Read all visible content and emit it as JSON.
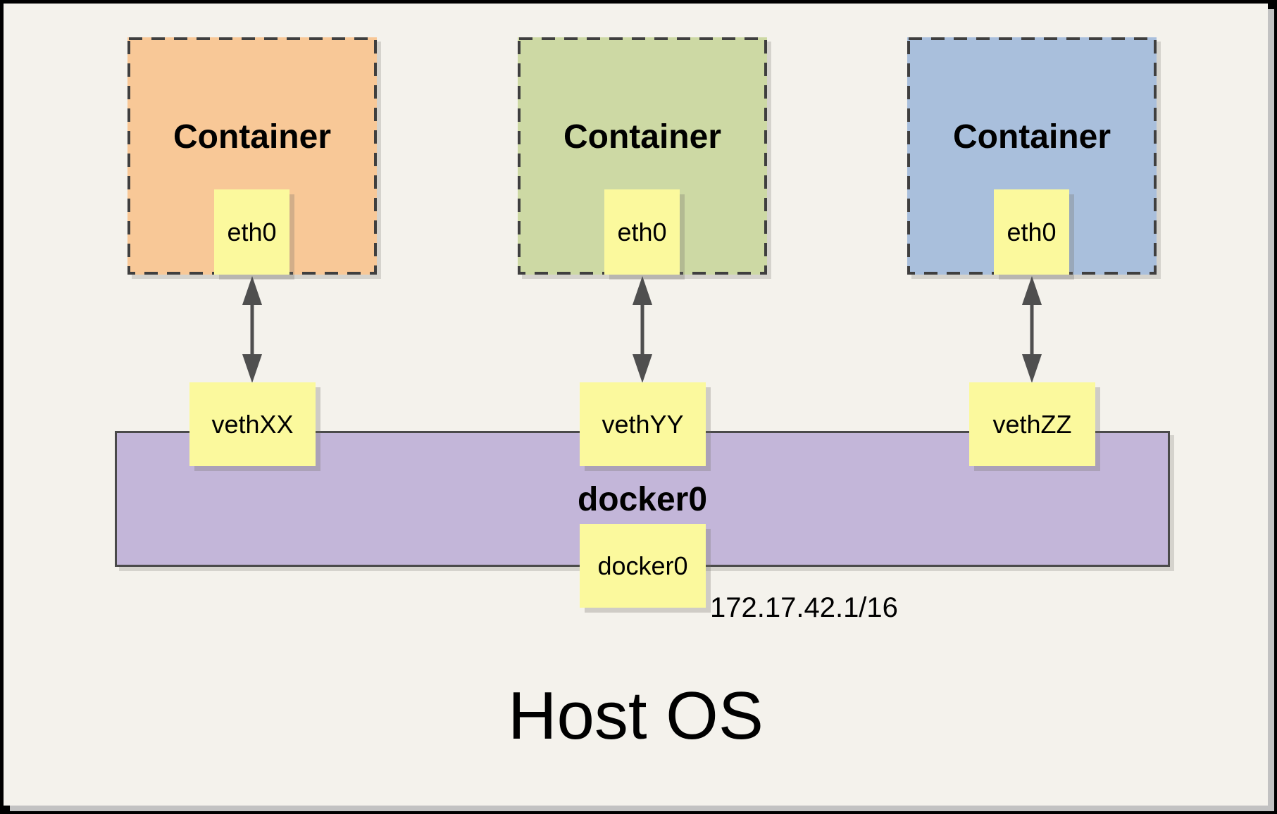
{
  "containers": [
    {
      "label": "Container",
      "eth_label": "eth0",
      "veth_label": "vethXX",
      "fill": "#f8c897"
    },
    {
      "label": "Container",
      "eth_label": "eth0",
      "veth_label": "vethYY",
      "fill": "#cdd9a4"
    },
    {
      "label": "Container",
      "eth_label": "eth0",
      "veth_label": "vethZZ",
      "fill": "#a9bfdc"
    }
  ],
  "bridge": {
    "name": "docker0",
    "interface_label": "docker0",
    "ip_address": "172.17.42.1/16",
    "fill": "#c3b6d9"
  },
  "host": {
    "label": "Host OS"
  },
  "colors": {
    "panel_bg": "#f4f2ec",
    "note_yellow": "#fbf99d",
    "border_dark": "#3f3f3f",
    "arrow": "#4f4f4f",
    "frame_border": "#000000",
    "panel_shadow": "#c2c2c2"
  }
}
